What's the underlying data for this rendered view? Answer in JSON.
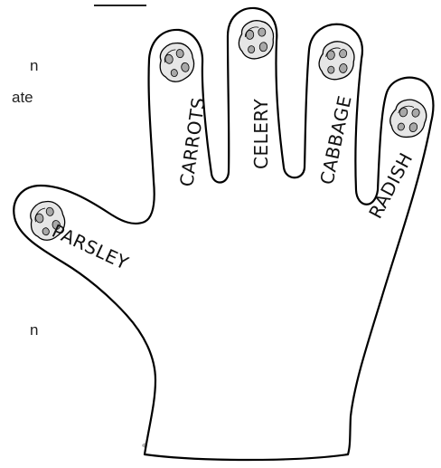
{
  "left_text_fragments": {
    "top_underlined": "",
    "line_1": "n",
    "line_2": "ate",
    "line_3": "n"
  },
  "fingers": {
    "thumb": "PARSLEY",
    "index": "CARROTS",
    "middle": "CELERY",
    "ring": "CABBAGE",
    "pinky": "RADISH"
  },
  "icons": {
    "nail_stain": "germ-icon",
    "hand": "glove-outline-icon"
  },
  "colors": {
    "outline": "#000000",
    "nail_fill": "#e6e6e6",
    "dot_fill": "#a8a8a8",
    "cuff_shadow": "#b5b5b5"
  }
}
